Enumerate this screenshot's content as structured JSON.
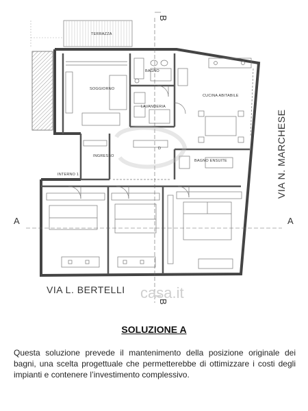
{
  "rooms": {
    "terrazza": "TERRAZZA",
    "soggiorno": "SOGGIORNO",
    "bagno": "BAGNO",
    "lavanderia": "LAVANDERIA",
    "cucina": "CUCINA ABITABILE",
    "ingresso": "INGRESSO",
    "disimpegno": "D",
    "bagno_ensuite": "BAGNO ENSUITE",
    "interno": "INTERNO 1"
  },
  "streets": {
    "bertelli": "VIA  L. BERTELLI",
    "marchese": "VIA N. MARCHESE"
  },
  "section_marks": {
    "a_left": "A",
    "a_right": "A",
    "b_top": "B",
    "b_bottom": "B"
  },
  "watermark": "casa.it",
  "title": "SOLUZIONE A",
  "description": "Questa soluzione prevede il mantenimento della posizione originale dei bagni, una scelta progettuale che permetterebbe di ottimizzare i costi degli impianti e contenere l’investimento complessivo."
}
